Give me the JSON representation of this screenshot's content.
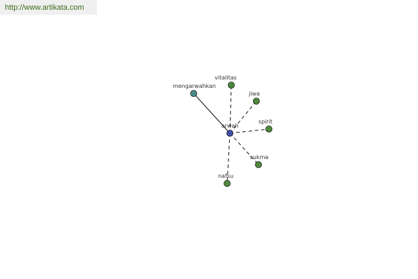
{
  "source_url": "http://www.artikata.com",
  "colors": {
    "center_node": "#3f51a8",
    "synonym_node": "#4e8a3c",
    "related_node": "#4a8c8c",
    "edge": "#111111",
    "url_text": "#3b6b1a"
  },
  "center": {
    "id": "arwah",
    "label": "arwah"
  },
  "nodes": [
    {
      "id": "mengarwahkan",
      "label": "mengarwahkan",
      "kind": "related",
      "edge": "solid"
    },
    {
      "id": "vitalitas",
      "label": "vitalitas",
      "kind": "synonym",
      "edge": "dashed"
    },
    {
      "id": "jiwa",
      "label": "jiwa",
      "kind": "synonym",
      "edge": "dashed"
    },
    {
      "id": "spirit",
      "label": "spirit",
      "kind": "synonym",
      "edge": "dashed"
    },
    {
      "id": "sukma",
      "label": "sukma",
      "kind": "synonym",
      "edge": "dashed"
    },
    {
      "id": "nafsu",
      "label": "nafsu",
      "kind": "synonym",
      "edge": "dashed"
    }
  ]
}
